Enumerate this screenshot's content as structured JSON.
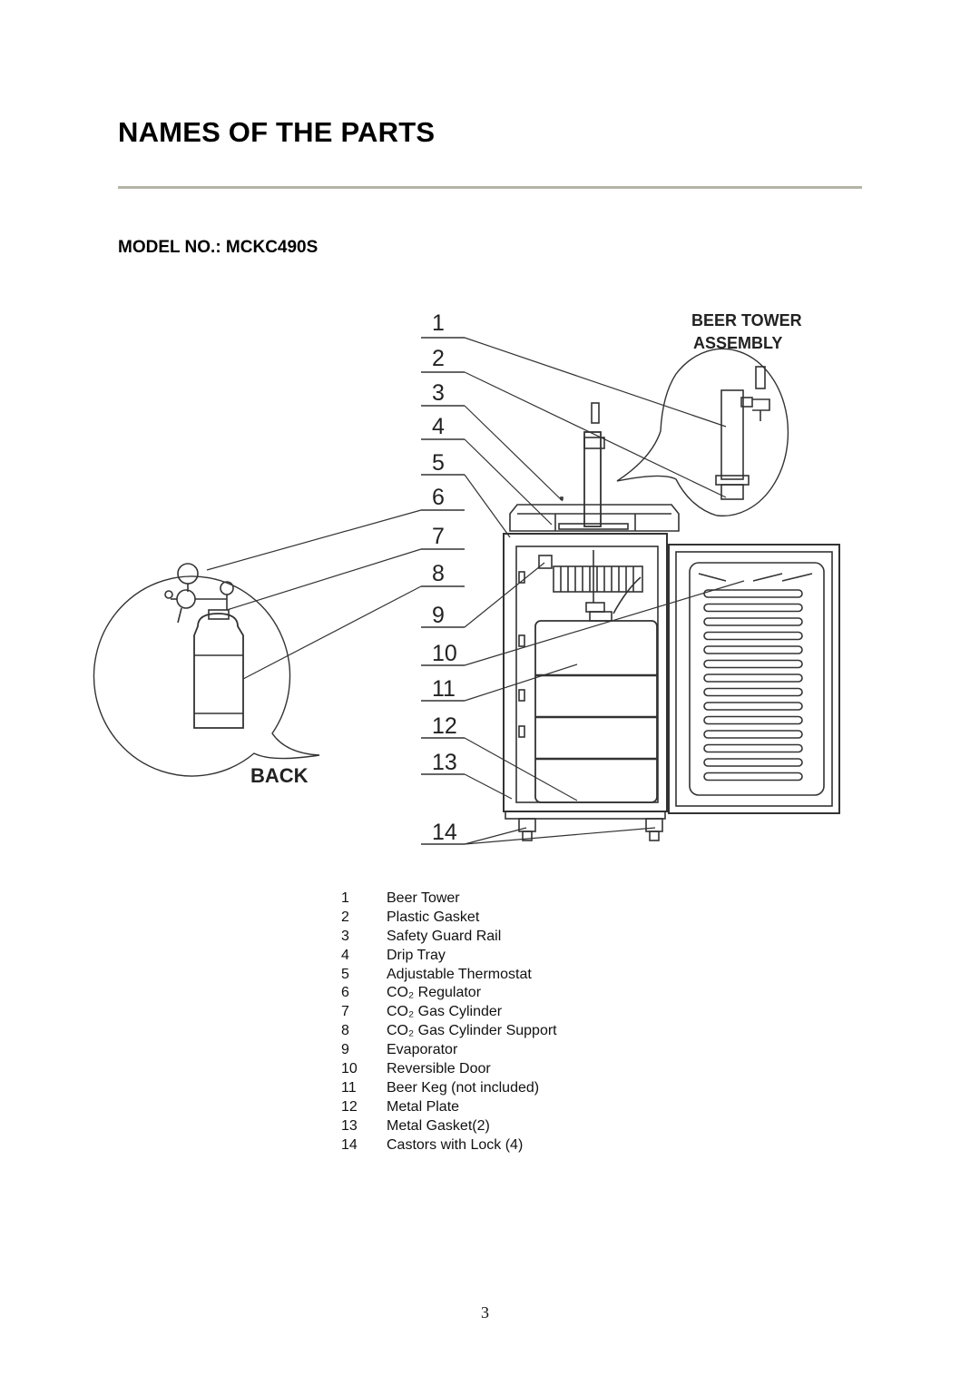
{
  "header": {
    "title": "NAMES OF THE PARTS",
    "model": "MODEL NO.:  MCKC490S"
  },
  "diagram": {
    "callout_tower": {
      "line1": "BEER TOWER",
      "line2": "ASSEMBLY"
    },
    "callout_back": "BACK",
    "numbers": [
      "1",
      "2",
      "3",
      "4",
      "5",
      "6",
      "7",
      "8",
      "9",
      "10",
      "11",
      "12",
      "13",
      "14"
    ]
  },
  "parts": [
    {
      "n": "1",
      "name": "Beer Tower"
    },
    {
      "n": "2",
      "name": "Plastic Gasket"
    },
    {
      "n": "3",
      "name": "Safety Guard Rail"
    },
    {
      "n": "4",
      "name": "Drip Tray"
    },
    {
      "n": "5",
      "name": "Adjustable Thermostat"
    },
    {
      "n": "6",
      "name": "CO₂ Regulator"
    },
    {
      "n": "7",
      "name": "CO₂ Gas  Cylinder"
    },
    {
      "n": "8",
      "name": "CO₂ Gas Cylinder Support"
    },
    {
      "n": "9",
      "name": "Evaporator"
    },
    {
      "n": "10",
      "name": "Reversible Door"
    },
    {
      "n": "11",
      "name": "Beer Keg (not included)"
    },
    {
      "n": "12",
      "name": "Metal Plate"
    },
    {
      "n": "13",
      "name": "Metal Gasket(2)"
    },
    {
      "n": "14",
      "name": "Castors with Lock (4)"
    }
  ],
  "footer": {
    "page_number": "3"
  }
}
